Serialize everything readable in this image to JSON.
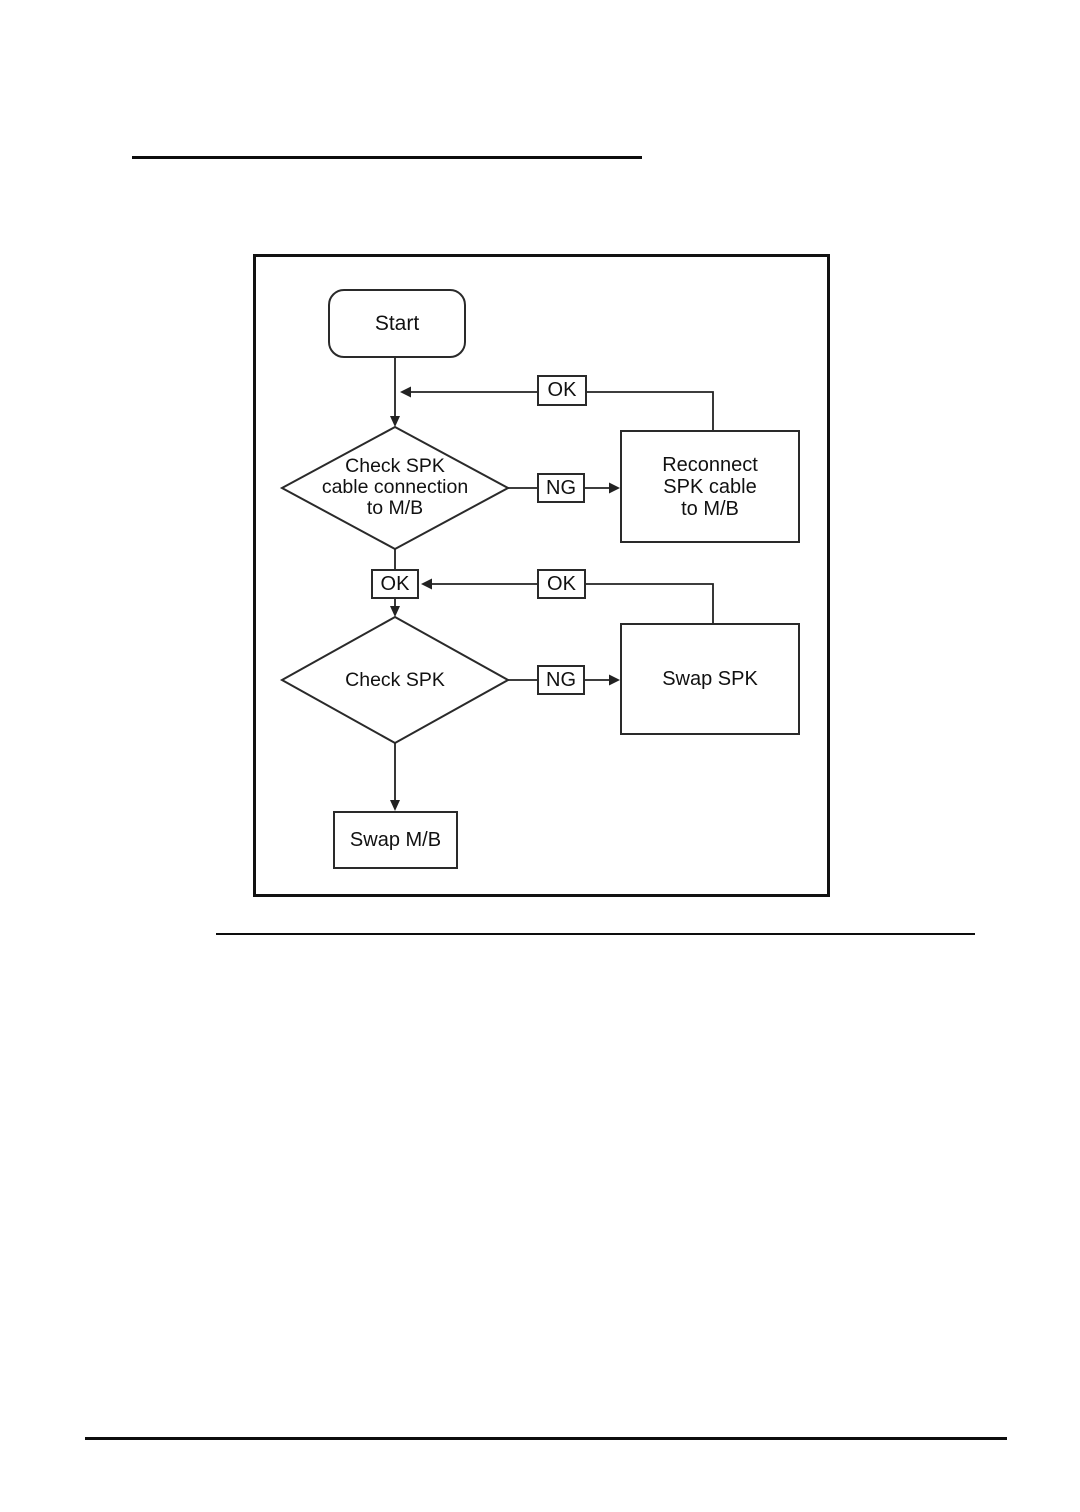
{
  "flowchart": {
    "nodes": {
      "start": "Start",
      "decision1": "Check SPK\ncable connection\nto M/B",
      "action1": "Reconnect\nSPK cable\nto M/B",
      "decision2": "Check SPK",
      "action2": "Swap SPK",
      "final": "Swap M/B"
    },
    "edge_labels": {
      "ok_top": "OK",
      "ok_mid_left": "OK",
      "ok_mid_right": "OK",
      "ng1": "NG",
      "ng2": "NG"
    }
  },
  "colors": {
    "line": "#222222",
    "border": "#111111",
    "background": "#ffffff"
  }
}
